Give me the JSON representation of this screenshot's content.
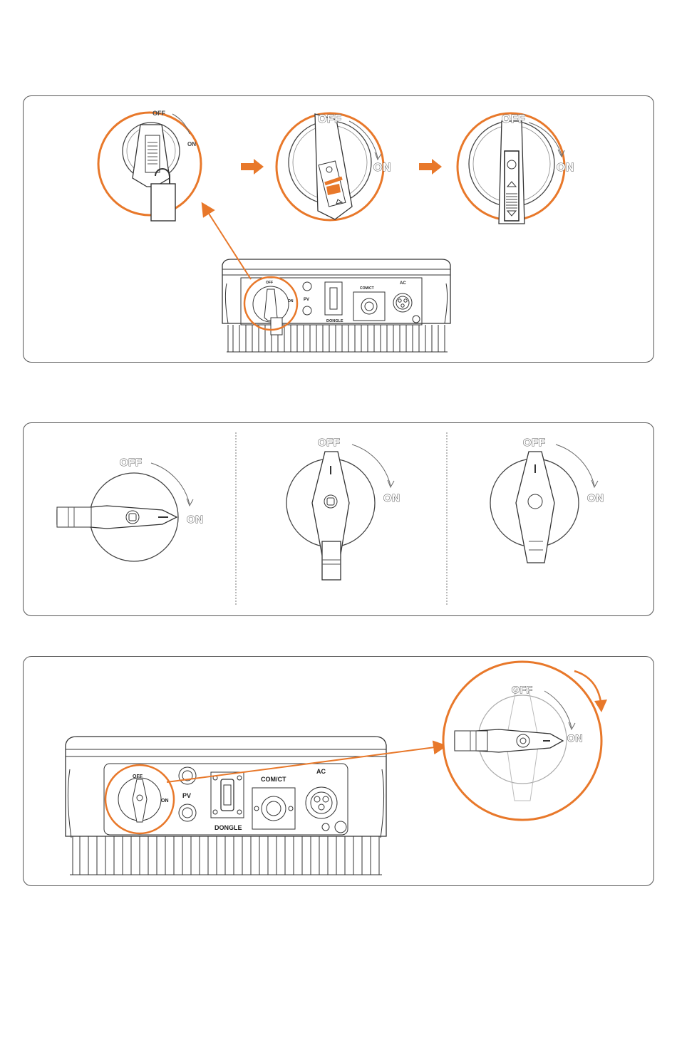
{
  "colors": {
    "accent": "#e8782a",
    "line": "#333333",
    "frame": "#555555"
  },
  "switch_labels": {
    "off": "OFF",
    "on": "ON"
  },
  "inverter_labels": {
    "pv": "PV",
    "dongle": "DONGLE",
    "com_ct": "COM/CT",
    "ac": "AC",
    "com_ct_small": "COM/CT"
  },
  "panels": [
    {
      "name": "lock-release-sequence"
    },
    {
      "name": "switch-positions"
    },
    {
      "name": "turn-on-switch"
    }
  ]
}
